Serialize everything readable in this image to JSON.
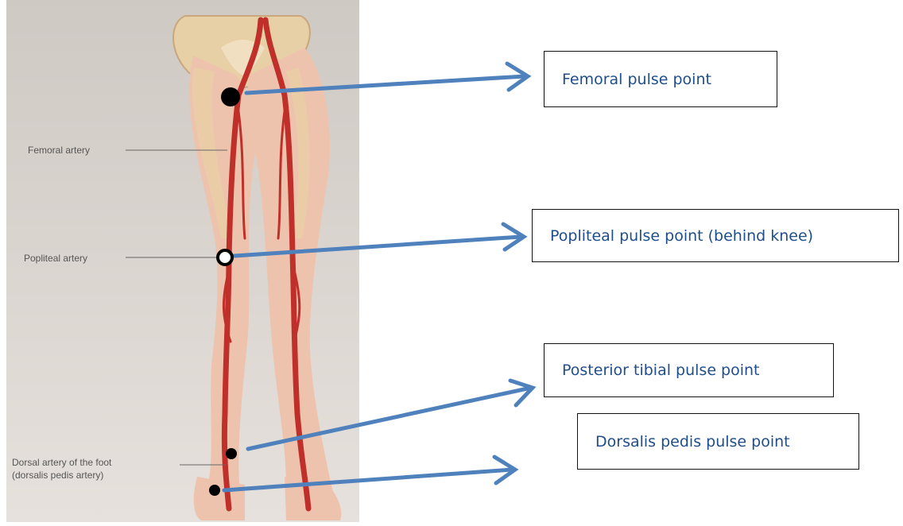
{
  "figure": {
    "atlas_labels": {
      "femoral": "Femoral artery",
      "popliteal": "Popliteal artery",
      "dorsal_line1": "Dorsal artery of the foot",
      "dorsal_line2": "(dorsalis pedis artery)"
    },
    "callouts": {
      "femoral": "Femoral pulse point",
      "popliteal": "Popliteal pulse point (behind knee)",
      "posterior_tibial": "Posterior tibial pulse point",
      "dorsalis_pedis": "Dorsalis pedis pulse point"
    },
    "colors": {
      "arrow": "#4f81bd",
      "artery": "#c0302a",
      "skin": "#eec3ad",
      "bone": "#e8d0a6",
      "marker": "#000000",
      "callout_text": "#1f4e8c"
    }
  }
}
